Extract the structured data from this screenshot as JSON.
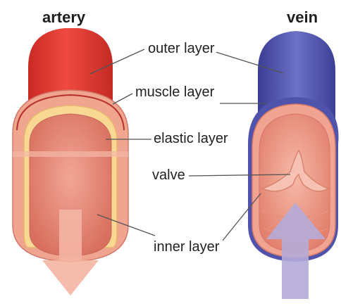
{
  "titles": {
    "artery": "artery",
    "vein": "vein"
  },
  "labels": {
    "outer": "outer layer",
    "muscle": "muscle layer",
    "elastic": "elastic layer",
    "valve": "valve",
    "inner": "inner layer"
  },
  "colors": {
    "artery_outer": "#e53b33",
    "artery_outer_dark": "#b8241f",
    "artery_muscle": "#f0a08c",
    "artery_elastic": "#f8d88a",
    "artery_inner": "#e8877a",
    "vein_outer": "#4b4fa8",
    "vein_outer_light": "#7a7fd0",
    "vein_inner": "#f0a08c",
    "artery_arrow": "#f6b7a6",
    "vein_arrow": "#b3aad6",
    "leader_line": "#555555"
  }
}
